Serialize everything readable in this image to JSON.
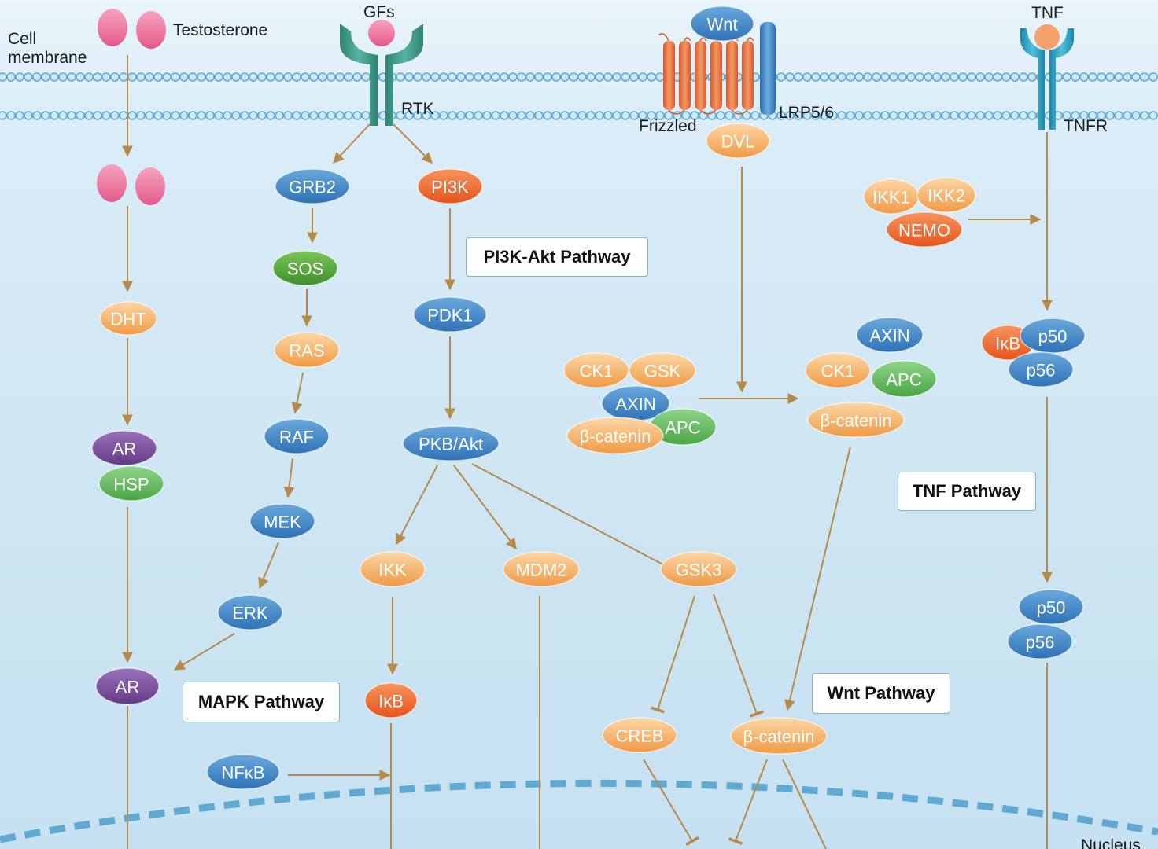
{
  "labels": {
    "cell_membrane_1": "Cell",
    "cell_membrane_2": "membrane",
    "testosterone": "Testosterone",
    "gfs": "GFs",
    "rtk": "RTK",
    "frizzled": "Frizzled",
    "lrp": "LRP5/6",
    "tnf": "TNF",
    "tnfr": "TNFR",
    "nucleus": "Nucleus"
  },
  "pathways": {
    "pi3k": "PI3K-Akt Pathway",
    "mapk": "MAPK Pathway",
    "tnf": "TNF Pathway",
    "wnt": "Wnt Pathway"
  },
  "colors": {
    "blue": "#3d86c9",
    "orange_light": "#f6b26b",
    "orange_red": "#ef6a2e",
    "green": "#5fb95a",
    "green_dark": "#4ea33a",
    "purple": "#7b4b9e",
    "pink": "#ee6f9b",
    "arrow": "#b58a4a",
    "teal": "#3f9b8c",
    "tnfr": "#2b9dbb"
  },
  "nodes": [
    {
      "id": "grb2",
      "text": "GRB2",
      "color": "blue"
    },
    {
      "id": "pi3k",
      "text": "PI3K",
      "color": "orange_red"
    },
    {
      "id": "sos",
      "text": "SOS",
      "color": "green_dark"
    },
    {
      "id": "pdk1",
      "text": "PDK1",
      "color": "blue"
    },
    {
      "id": "dht",
      "text": "DHT",
      "color": "orange_light"
    },
    {
      "id": "ras",
      "text": "RAS",
      "color": "orange_light"
    },
    {
      "id": "raf",
      "text": "RAF",
      "color": "blue"
    },
    {
      "id": "ar1",
      "text": "AR",
      "color": "purple"
    },
    {
      "id": "hsp",
      "text": "HSP",
      "color": "green"
    },
    {
      "id": "mek",
      "text": "MEK",
      "color": "blue"
    },
    {
      "id": "erk",
      "text": "ERK",
      "color": "blue"
    },
    {
      "id": "ar2",
      "text": "AR",
      "color": "purple"
    },
    {
      "id": "pkb",
      "text": "PKB/Akt",
      "color": "blue"
    },
    {
      "id": "ikk",
      "text": "IKK",
      "color": "orange_light"
    },
    {
      "id": "mdm2",
      "text": "MDM2",
      "color": "orange_light"
    },
    {
      "id": "gsk3",
      "text": "GSK3",
      "color": "orange_light"
    },
    {
      "id": "ikb2",
      "text": "IκB",
      "color": "orange_red"
    },
    {
      "id": "nfkb",
      "text": "NFκB",
      "color": "blue"
    },
    {
      "id": "creb",
      "text": "CREB",
      "color": "orange_light"
    },
    {
      "id": "bcat3",
      "text": "β-catenin",
      "color": "orange_light"
    },
    {
      "id": "wnt",
      "text": "Wnt",
      "color": "blue"
    },
    {
      "id": "dvl",
      "text": "DVL",
      "color": "orange_light"
    },
    {
      "id": "ck1a",
      "text": "CK1",
      "color": "orange_light"
    },
    {
      "id": "gsk",
      "text": "GSK",
      "color": "orange_light"
    },
    {
      "id": "axin1",
      "text": "AXIN",
      "color": "blue"
    },
    {
      "id": "apc1",
      "text": "APC",
      "color": "green"
    },
    {
      "id": "bcat1",
      "text": "β-catenin",
      "color": "orange_light"
    },
    {
      "id": "axin2",
      "text": "AXIN",
      "color": "blue"
    },
    {
      "id": "ck1b",
      "text": "CK1",
      "color": "orange_light"
    },
    {
      "id": "apc2",
      "text": "APC",
      "color": "green"
    },
    {
      "id": "bcat2",
      "text": "β-catenin",
      "color": "orange_light"
    },
    {
      "id": "ikk1",
      "text": "IKK1",
      "color": "orange_light"
    },
    {
      "id": "ikk2",
      "text": "IKK2",
      "color": "orange_light"
    },
    {
      "id": "nemo",
      "text": "NEMO",
      "color": "orange_red"
    },
    {
      "id": "ikb1",
      "text": "IκB",
      "color": "orange_red"
    },
    {
      "id": "p50a",
      "text": "p50",
      "color": "blue"
    },
    {
      "id": "p56a",
      "text": "p56",
      "color": "blue"
    },
    {
      "id": "p50b",
      "text": "p50",
      "color": "blue"
    },
    {
      "id": "p56b",
      "text": "p56",
      "color": "blue"
    }
  ]
}
